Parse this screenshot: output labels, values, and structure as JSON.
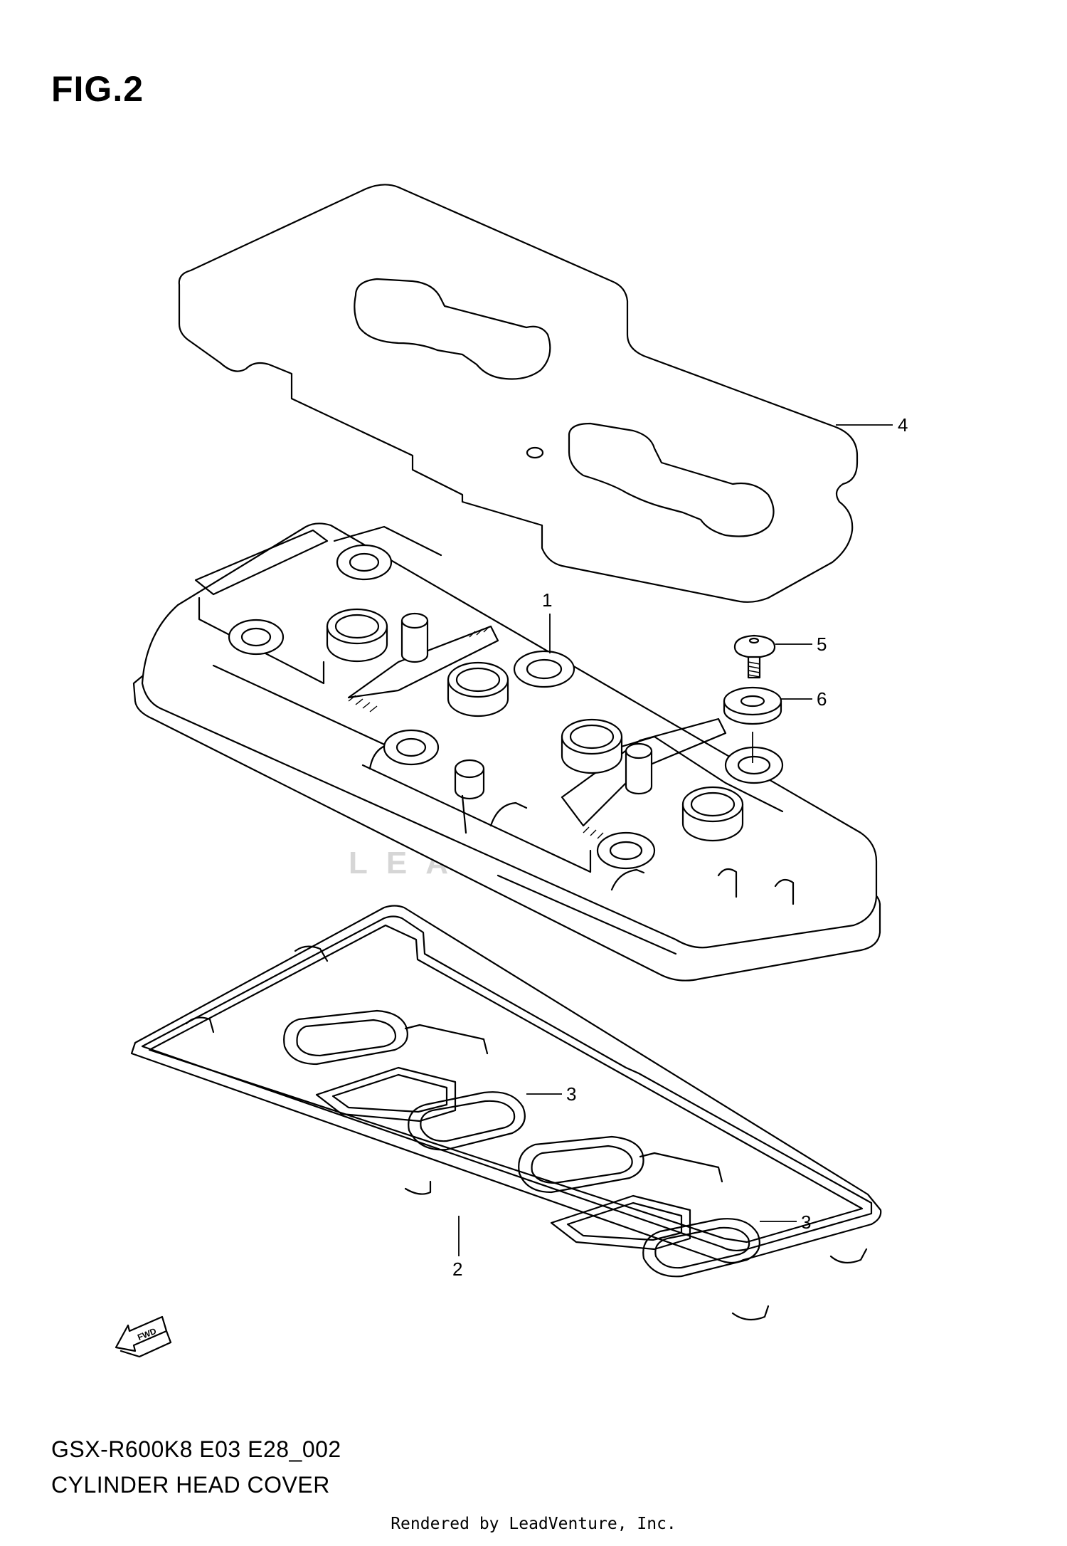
{
  "figure": {
    "title": "FIG.2",
    "diagram_code": "GSX-R600K8 E03 E28_002",
    "diagram_name": "CYLINDER HEAD COVER"
  },
  "watermark": "LEADVENTURE",
  "fwd_label": "FWD",
  "footer_credit": "Rendered by LeadVenture, Inc.",
  "callouts": [
    {
      "id": "callout-1",
      "label": "1"
    },
    {
      "id": "callout-2",
      "label": "2"
    },
    {
      "id": "callout-3a",
      "label": "3"
    },
    {
      "id": "callout-3b",
      "label": "3"
    },
    {
      "id": "callout-4",
      "label": "4"
    },
    {
      "id": "callout-5",
      "label": "5"
    },
    {
      "id": "callout-6",
      "label": "6"
    }
  ]
}
